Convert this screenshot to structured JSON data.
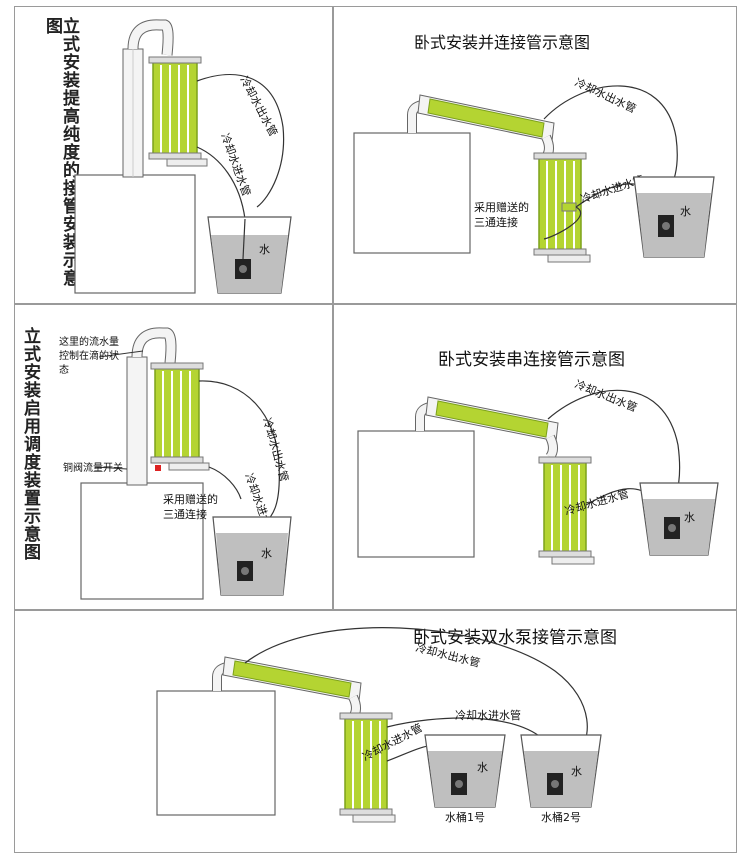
{
  "panels": {
    "p1": {
      "title": "立式安装提高纯度的接管安装示意图",
      "out_label": "冷却水出水管",
      "in_label": "冷却水进水管",
      "water": "水"
    },
    "p2": {
      "title": "卧式安装并连接管示意图",
      "out_label": "冷却水出水管",
      "in_label": "冷却水进水管",
      "tee_line1": "采用赠送的",
      "tee_line2": "三通连接",
      "water": "水"
    },
    "p3": {
      "title": "立式安装启用调度装置示意图",
      "note_line1": "这里的流水量",
      "note_line2": "控制在滴的状",
      "note_line3": "态",
      "valve_label": "铜阀流量开关",
      "out_label": "冷却水出水管",
      "in_label": "冷却水进水管",
      "tee_line1": "采用赠送的",
      "tee_line2": "三通连接",
      "water": "水"
    },
    "p4": {
      "title": "卧式安装串连接管示意图",
      "out_label": "冷却水出水管",
      "in_label": "冷却水进水管",
      "water": "水"
    },
    "p5": {
      "title": "卧式安装双水泵接管示意图",
      "out_label": "冷却水出水管",
      "in_label1": "冷却水进水管",
      "in_label2": "冷却水进水管",
      "water1": "水",
      "water2": "水",
      "bucket1": "水桶1号",
      "bucket2": "水桶2号"
    }
  },
  "colors": {
    "green": "#b4d432",
    "green_dark": "#7da21a",
    "pump": "#222222",
    "water": "#bfbfbf",
    "border": "#9a9a9a"
  }
}
